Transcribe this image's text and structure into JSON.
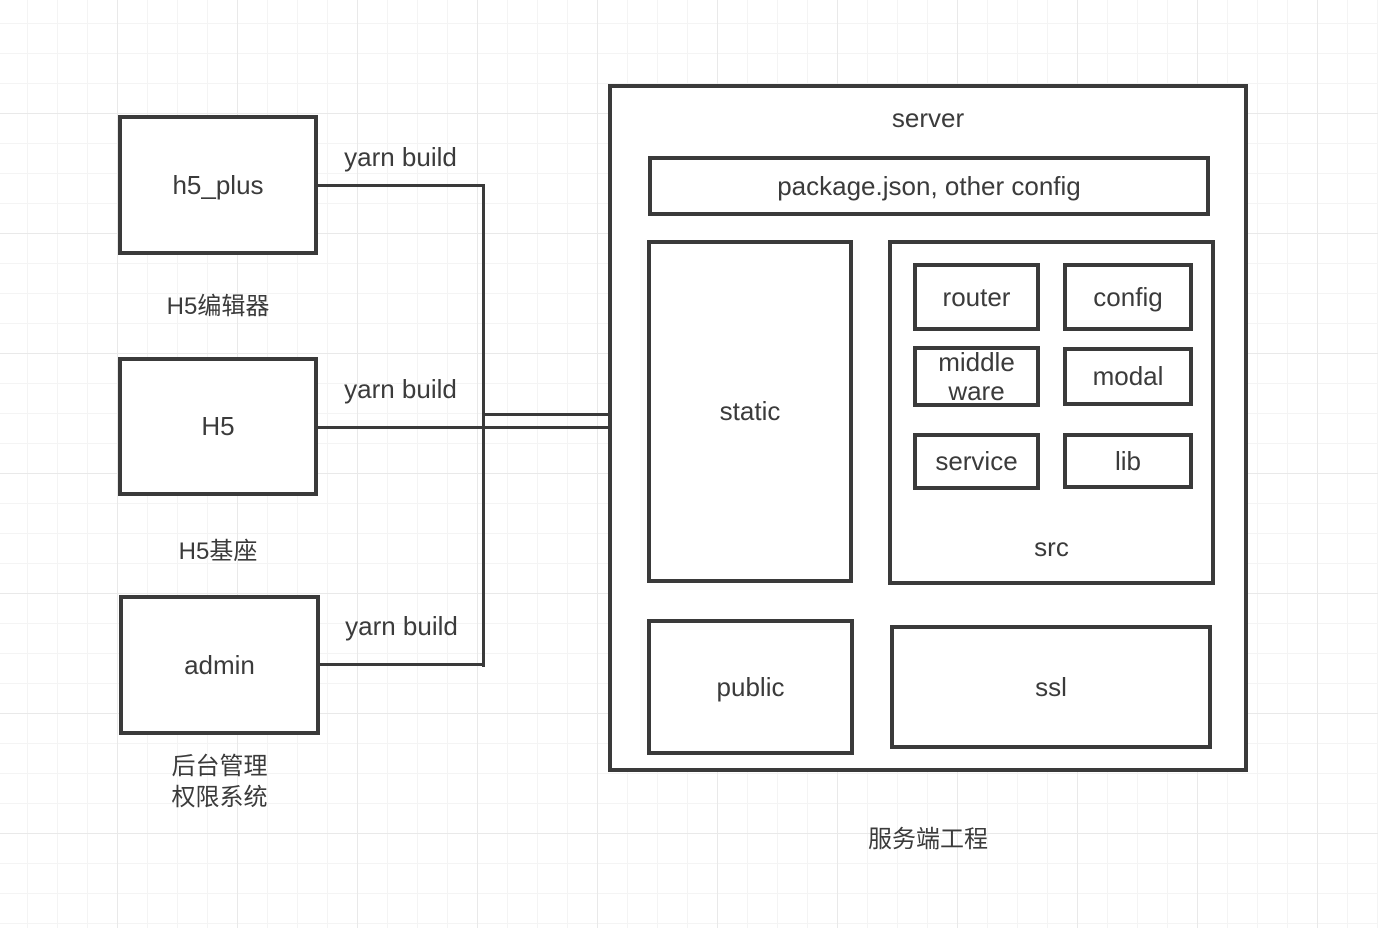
{
  "diagram": {
    "nodes": {
      "h5_plus": {
        "label": "h5_plus",
        "caption": "H5编辑器"
      },
      "h5": {
        "label": "H5",
        "caption": "H5基座"
      },
      "admin": {
        "label": "admin",
        "caption_line1": "后台管理",
        "caption_line2": "权限系统"
      }
    },
    "edges": {
      "h5_plus_build": "yarn build",
      "h5_build": "yarn build",
      "admin_build": "yarn build"
    },
    "server": {
      "title": "server",
      "caption": "服务端工程",
      "package_config": "package.json, other config",
      "static": "static",
      "public": "public",
      "ssl": "ssl",
      "src": {
        "label": "src",
        "router": "router",
        "config": "config",
        "middleware": "middle ware",
        "modal": "modal",
        "service": "service",
        "lib": "lib"
      }
    },
    "colors": {
      "stroke": "#3a3a3a",
      "text": "#3b3b3b",
      "grid_minor": "#f4f4f4",
      "grid_major": "#e9e9e9",
      "canvas_background": "#ffffff"
    }
  }
}
